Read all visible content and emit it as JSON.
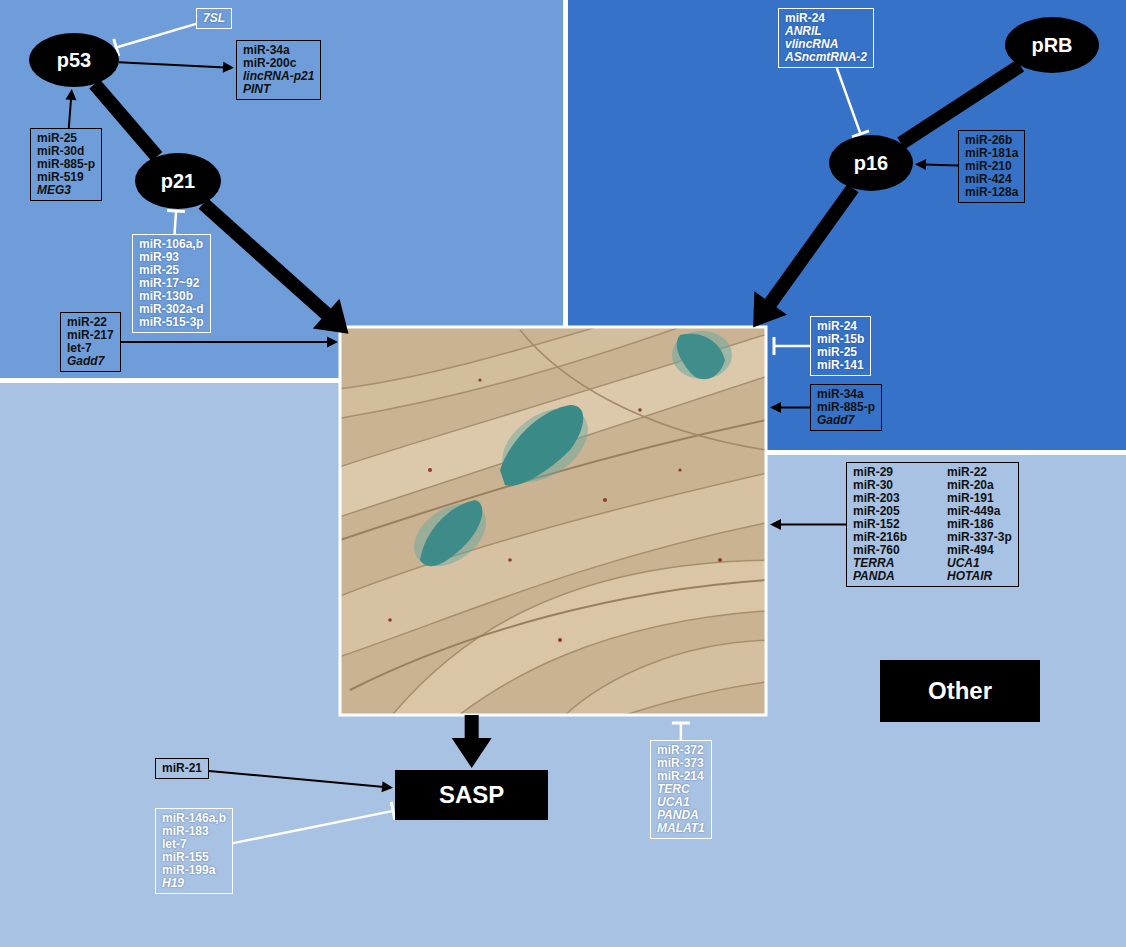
{
  "diagram": {
    "nodes": [
      {
        "text": [
          "7SL"
        ]
      },
      {
        "text": [
          "p53"
        ]
      },
      {
        "text": [
          "miR-34a",
          "miR-200c",
          "lincRNA-p21",
          "PINT"
        ]
      },
      {
        "text": [
          "miR-25",
          "miR-30d",
          "miR-885-p",
          "miR-519",
          "MEG3"
        ]
      },
      {
        "text": [
          "p21"
        ]
      },
      {
        "text": [
          "miR-106a,b",
          "miR-93",
          "miR-25",
          "miR-17~92",
          "miR-130b",
          "miR-302a-d",
          "miR-515-3p"
        ]
      },
      {
        "text": [
          "miR-22",
          "miR-217",
          "let-7",
          "Gadd7"
        ]
      },
      {
        "text": [
          "miR-24",
          "ANRIL",
          "vlincRNA",
          "ASncmtRNA-2"
        ]
      },
      {
        "text": [
          "pRB"
        ]
      },
      {
        "text": [
          "p16"
        ]
      },
      {
        "text": [
          "miR-26b",
          "miR-181a",
          "miR-210",
          "miR-424",
          "miR-128a"
        ]
      },
      {
        "text": [
          "miR-24",
          "miR-15b",
          "miR-25",
          "miR-141"
        ]
      },
      {
        "text": [
          "miR-34a",
          "miR-885-p",
          "Gadd7"
        ]
      },
      {
        "text": [
          "miR-21"
        ]
      },
      {
        "text": [
          "SASP"
        ]
      },
      {
        "text": [
          "miR-146a,b",
          "miR-183",
          "let-7",
          "miR-155",
          "miR-199a",
          "H19"
        ]
      },
      {
        "text": [
          "miR-29",
          "miR-30",
          "miR-203",
          "miR-205",
          "miR-152",
          "miR-216b",
          "miR-760",
          "TERRA",
          "PANDA",
          "miR-22",
          "miR-20a",
          "miR-191",
          "miR-449a",
          "miR-186",
          "miR-337-3p",
          "miR-494",
          "UCA1",
          "HOTAIR"
        ]
      },
      {
        "text": [
          "miR-372",
          "miR-373",
          "miR-214",
          "TERC",
          "UCA1",
          "PANDA",
          "MALAT1"
        ]
      },
      {
        "text": [
          "Other"
        ]
      }
    ],
    "edges": [
      {
        "from": 0,
        "to": 1,
        "arrow": "to"
      },
      {
        "from": 1,
        "to": 2,
        "arrow": "to"
      },
      {
        "from": 3,
        "to": 1,
        "arrow": "to"
      },
      {
        "from": 1,
        "to": 4,
        "arrow": "none"
      },
      {
        "from": 5,
        "to": 4,
        "arrow": "to"
      },
      {
        "from": 7,
        "to": 9,
        "arrow": "to"
      },
      {
        "from": 8,
        "to": 9,
        "arrow": "none"
      },
      {
        "from": 10,
        "to": 9,
        "arrow": "to"
      },
      {
        "from": 13,
        "to": 14,
        "arrow": "to"
      },
      {
        "from": 15,
        "to": 14,
        "arrow": "to"
      }
    ]
  }
}
